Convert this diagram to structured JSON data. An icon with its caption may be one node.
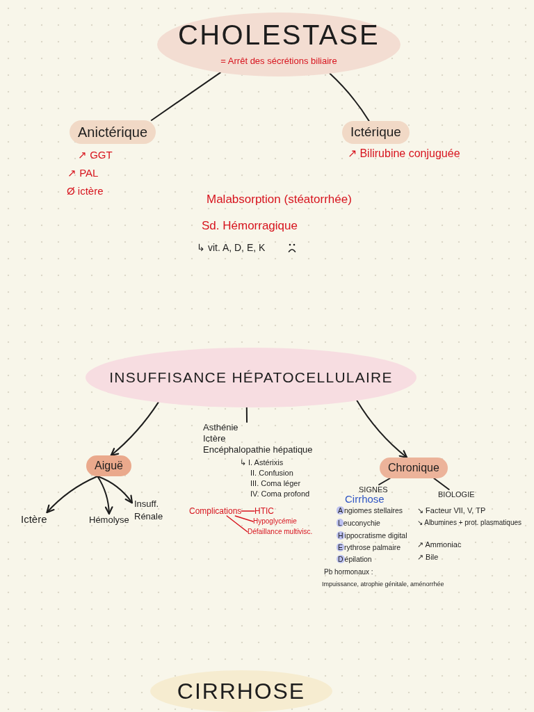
{
  "diagram": {
    "nodes": [
      {
        "text": [
          "CHOLESTASE",
          "= Arrêt des sécrétions biliaire"
        ]
      },
      {
        "text": [
          "Anictérique"
        ],
        "beside": [
          "↗ GGT",
          "↗ PAL",
          "Ø ictère"
        ]
      },
      {
        "text": [
          "Ictérique"
        ],
        "beside": [
          "↗ Bilirubine conjuguée"
        ]
      },
      {
        "text": [
          "INSUFFISANCE HÉPATOCELLULAIRE"
        ]
      },
      {
        "text": [
          "Aiguë"
        ]
      },
      {
        "text": [
          "Asthénie",
          "Ictère",
          "Encéphalopathie hépatique"
        ]
      },
      {
        "text": [
          "Chronique"
        ]
      },
      {
        "text": [
          "SIGNES"
        ]
      },
      {
        "text": [
          "BIOLOGIE"
        ]
      },
      {
        "text": [
          "Ictère"
        ]
      },
      {
        "text": [
          "Hémolyse"
        ]
      },
      {
        "text": [
          "Insuff. Rénale"
        ]
      },
      {
        "text": [
          "Complications"
        ]
      },
      {
        "text": [
          "HTIC"
        ]
      },
      {
        "text": [
          "Hypoglycémie"
        ]
      },
      {
        "text": [
          "Défaillance multivisc."
        ]
      },
      {
        "text": [
          "CIRRHOSE"
        ]
      }
    ],
    "edges": [
      {
        "from": 0,
        "to": 1,
        "arrow": "none"
      },
      {
        "from": 0,
        "to": 2,
        "arrow": "none"
      },
      {
        "from": 3,
        "to": 4,
        "arrow": "to"
      },
      {
        "from": 3,
        "to": 5,
        "arrow": "none"
      },
      {
        "from": 3,
        "to": 6,
        "arrow": "to"
      },
      {
        "from": 6,
        "to": 7,
        "arrow": "none"
      },
      {
        "from": 6,
        "to": 8,
        "arrow": "none"
      },
      {
        "from": 4,
        "to": 9,
        "arrow": "to"
      },
      {
        "from": 4,
        "to": 10,
        "arrow": "to"
      },
      {
        "from": 4,
        "to": 11,
        "arrow": "to"
      },
      {
        "from": 12,
        "to": 13,
        "arrow": "none",
        "color": "#d7141e"
      },
      {
        "from": 12,
        "to": 14,
        "arrow": "none",
        "color": "#d7141e"
      },
      {
        "from": 12,
        "to": 15,
        "arrow": "none",
        "color": "#d7141e"
      }
    ],
    "labels": [
      "Malabsorption (stéatorrhée)",
      "Sd. Hémorragique",
      "↳ vit. A, D, E, K",
      "↳ I. Astérixis",
      "II. Confusion",
      "III. Coma léger",
      "IV. Coma profond",
      "Cirrhose",
      "Angiomes stellaires",
      "Leuconychie",
      "Hippocratisme digital",
      "Erythrose palmaire",
      "Dépilation",
      "Pb hormonaux :",
      "Impuissance, atrophie génitale, aménorrhée",
      "↘ Facteur VII, V, TP",
      "↘ Albumines + prot. plasmatiques",
      "↗ Ammoniac",
      "↗ Bile"
    ]
  }
}
